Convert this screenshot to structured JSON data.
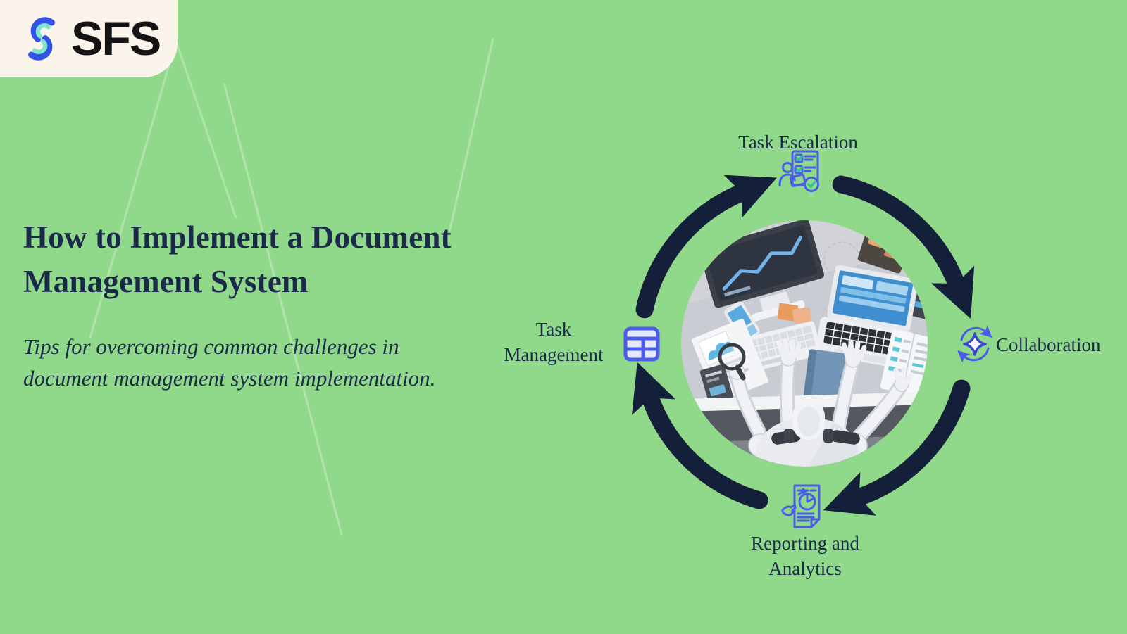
{
  "colors": {
    "bg": "#90d98a",
    "navy": "#1c2a4a",
    "arrow": "#141f3a",
    "icon_blue": "#4a5ce8",
    "icon_blue_dark": "#3947cf",
    "teal_check": "#2bbfa0",
    "logo_blue": "#3253e8",
    "logo_teal": "#7fe4cf",
    "logo_box": "#faf4ea",
    "icon_fill": "#e3e7fc",
    "star_fill": "#f7f9ff"
  },
  "logo": {
    "text": "SFS"
  },
  "hero": {
    "title_lines": [
      "How to Implement a Document",
      "Management System"
    ],
    "subtitle_lines": [
      "Tips for overcoming common challenges in",
      "document management system implementation."
    ]
  },
  "cycle": {
    "top": {
      "label": "Task Escalation"
    },
    "right": {
      "label": "Collaboration"
    },
    "bottom": {
      "label_line1": "Reporting and",
      "label_line2": "Analytics"
    },
    "left": {
      "label_line1": "Task",
      "label_line2": "Management"
    }
  }
}
